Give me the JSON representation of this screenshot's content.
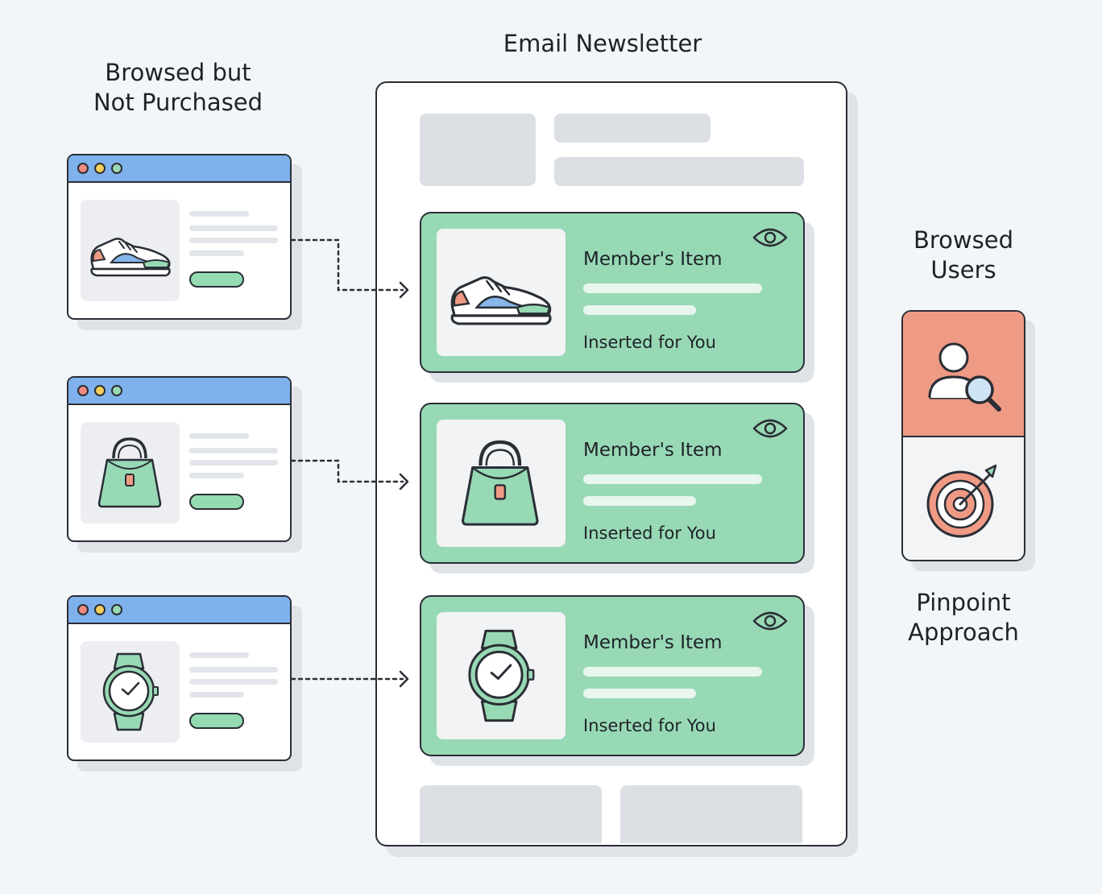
{
  "labels": {
    "browsed_not_purchased": "Browsed but\nNot Purchased",
    "email_newsletter": "Email Newsletter",
    "browsed_users": "Browsed\nUsers",
    "pinpoint_approach": "Pinpoint\nApproach"
  },
  "browsed_pages": [
    {
      "product": "sneaker-icon"
    },
    {
      "product": "handbag-icon"
    },
    {
      "product": "watch-icon"
    }
  ],
  "newsletter_cards": [
    {
      "title": "Member's Item",
      "subtitle": "Inserted for You",
      "product": "sneaker-icon"
    },
    {
      "title": "Member's Item",
      "subtitle": "Inserted for You",
      "product": "handbag-icon"
    },
    {
      "title": "Member's Item",
      "subtitle": "Inserted for You",
      "product": "watch-icon"
    }
  ],
  "targeting_panel": {
    "top_icon": "user-search-icon",
    "bottom_icon": "target-arrow-icon"
  },
  "colors": {
    "green": "#98d9b5",
    "blue_bar": "#7fb1ec",
    "salmon": "#ef9a84",
    "outline": "#2a2e35",
    "placeholder": "#dcdfe3"
  }
}
